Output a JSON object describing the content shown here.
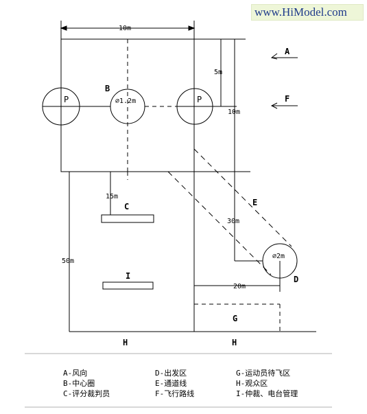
{
  "header": {
    "watermark": "www.HiModel.com"
  },
  "diagram": {
    "dimensions": {
      "top_width": "10m",
      "half_height": "5m",
      "full_height": "10m",
      "judge_distance": "15m",
      "field_length": "50m",
      "path_length": "30m",
      "exit_distance": "20m"
    },
    "circles": {
      "left_pilot": "P",
      "center": "⌀1.2m",
      "right_pilot": "P",
      "exit_zone": "⌀2m"
    },
    "zone_labels": {
      "A": "A",
      "B": "B",
      "C": "C",
      "D": "D",
      "E": "E",
      "F": "F",
      "G": "G",
      "I": "I",
      "H_left": "H",
      "H_right": "H"
    }
  },
  "legend": {
    "col1": [
      "A-风向",
      "B-中心圈",
      "C-评分裁判员"
    ],
    "col2": [
      "D-出发区",
      "E-通道线",
      "F-飞行路线"
    ],
    "col3": [
      "G-运动员待飞区",
      "H-观众区",
      "I-仲裁、电台管理"
    ]
  }
}
